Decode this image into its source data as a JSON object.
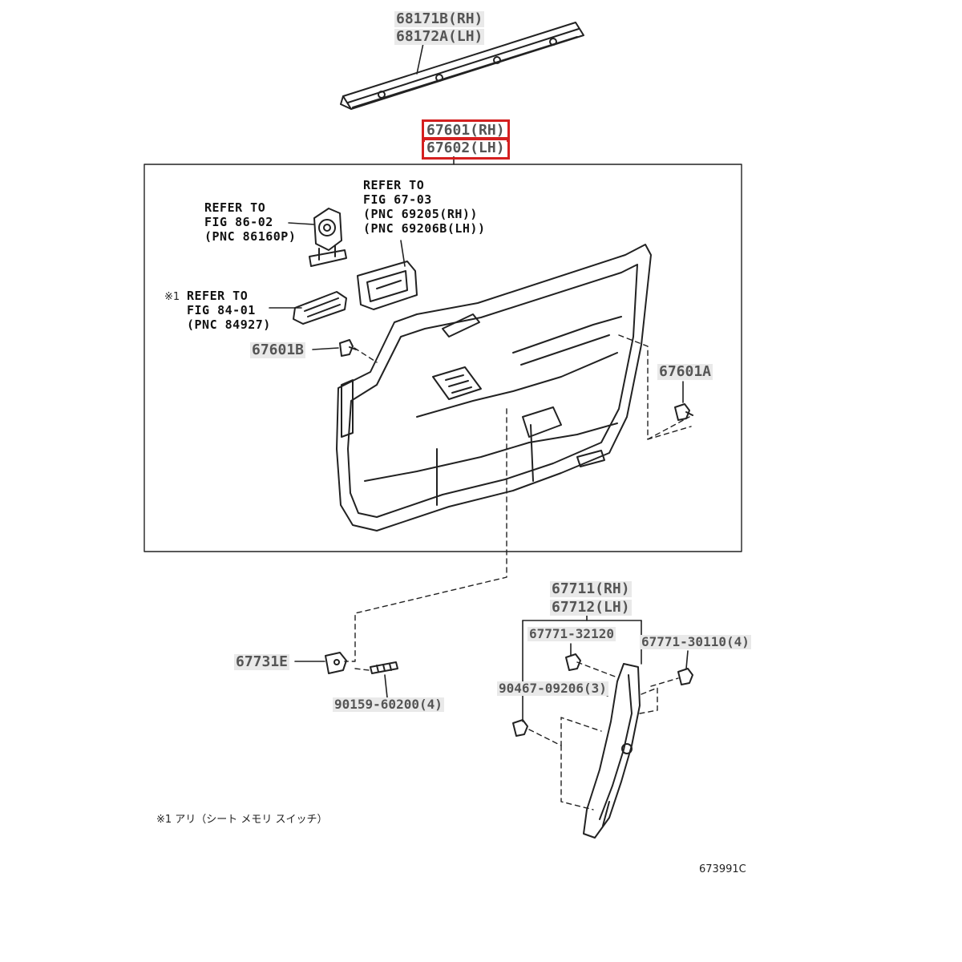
{
  "parts": {
    "weatherstrip_rh": "68171B(RH)",
    "weatherstrip_lh": "68172A(LH)",
    "panel_rh": "67601(RH)",
    "panel_lh": "67602(LH)",
    "clip_b": "67601B",
    "clip_a": "67601A",
    "fastener_e": "67731E",
    "screw": "90159-60200(4)",
    "lower_rh": "67711(RH)",
    "lower_lh": "67712(LH)",
    "clip_32120": "67771-32120",
    "clip_30110": "67771-30110(4)",
    "screw_09206": "90467-09206(3)"
  },
  "refs": {
    "ref1": [
      "REFER TO",
      "FIG 86-02",
      "(PNC 86160P)"
    ],
    "ref2": [
      "REFER TO",
      "FIG 67-03",
      "(PNC 69205(RH))",
      "(PNC 69206B(LH))"
    ],
    "ref3": [
      "REFER TO",
      "FIG 84-01",
      "(PNC 84927)"
    ]
  },
  "note_mark": "※1",
  "footnote": "※1 アリ（シート メモリ スイッチ）",
  "figure_id": "673991C",
  "colors": {
    "highlight": "#d42020",
    "label_bg": "#e9e9e9",
    "line": "#222222"
  }
}
